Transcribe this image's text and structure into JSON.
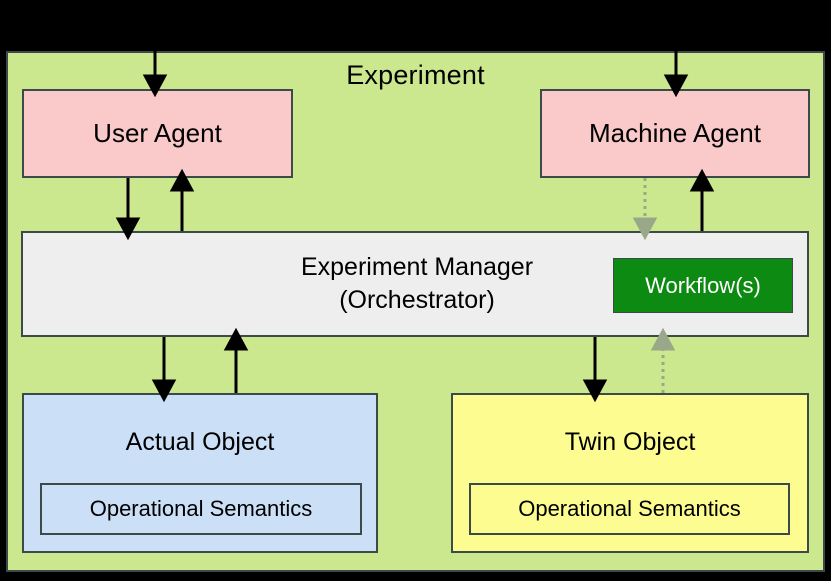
{
  "diagram": {
    "title": "Experiment",
    "background_color": "#000000",
    "container": {
      "label": "Experiment",
      "fill": "#cbe88e",
      "stroke": "#3d4a4a"
    },
    "nodes": [
      {
        "id": "user-agent",
        "label": "User Agent",
        "fill": "#fac9c9",
        "stroke": "#3d4a4a"
      },
      {
        "id": "machine-agent",
        "label": "Machine Agent",
        "fill": "#fac9c9",
        "stroke": "#3d4a4a"
      },
      {
        "id": "experiment-manager",
        "label_line1": "Experiment Manager",
        "label_line2": "(Orchestrator)",
        "fill": "#eeeeee",
        "stroke": "#3d4a4a"
      },
      {
        "id": "workflows",
        "label": "Workflow(s)",
        "fill": "#0c8a12",
        "text_color": "#ffffff",
        "stroke": "#3d4a4a"
      },
      {
        "id": "actual-object",
        "label": "Actual Object",
        "fill": "#cbe0f7",
        "stroke": "#3d4a4a",
        "inner_label": "Operational Semantics"
      },
      {
        "id": "twin-object",
        "label": "Twin Object",
        "fill": "#fcfc90",
        "stroke": "#3d4a4a",
        "inner_label": "Operational Semantics"
      }
    ],
    "edges": [
      {
        "id": "external-to-user-agent",
        "from": "external",
        "to": "user-agent",
        "style": "solid",
        "color": "#000000"
      },
      {
        "id": "external-to-machine-agent",
        "from": "external",
        "to": "machine-agent",
        "style": "solid",
        "color": "#000000"
      },
      {
        "id": "user-agent-to-manager",
        "from": "user-agent",
        "to": "experiment-manager",
        "style": "solid",
        "color": "#000000"
      },
      {
        "id": "manager-to-user-agent",
        "from": "experiment-manager",
        "to": "user-agent",
        "style": "solid",
        "color": "#000000"
      },
      {
        "id": "machine-agent-to-manager",
        "from": "machine-agent",
        "to": "experiment-manager",
        "style": "dotted",
        "color": "#9aa88a"
      },
      {
        "id": "manager-to-machine-agent",
        "from": "experiment-manager",
        "to": "machine-agent",
        "style": "solid",
        "color": "#000000"
      },
      {
        "id": "manager-to-actual-object",
        "from": "experiment-manager",
        "to": "actual-object",
        "style": "solid",
        "color": "#000000"
      },
      {
        "id": "actual-object-to-manager",
        "from": "actual-object",
        "to": "experiment-manager",
        "style": "solid",
        "color": "#000000"
      },
      {
        "id": "manager-to-twin-object",
        "from": "experiment-manager",
        "to": "twin-object",
        "style": "solid",
        "color": "#000000"
      },
      {
        "id": "twin-object-to-manager",
        "from": "twin-object",
        "to": "experiment-manager",
        "style": "dotted",
        "color": "#9aa88a"
      }
    ]
  }
}
